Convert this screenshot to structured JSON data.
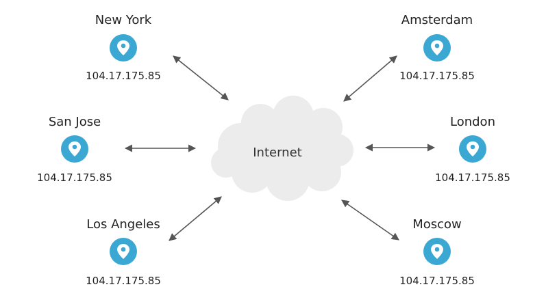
{
  "cloud": {
    "label": "Internet"
  },
  "colors": {
    "pin": "#3aa8d2",
    "cloud": "#ececec",
    "arrow": "#555555"
  },
  "icon": "location-pin-icon",
  "nodes": [
    {
      "id": "new-york",
      "name": "New York",
      "ip": "104.17.175.85"
    },
    {
      "id": "amsterdam",
      "name": "Amsterdam",
      "ip": "104.17.175.85"
    },
    {
      "id": "san-jose",
      "name": "San Jose",
      "ip": "104.17.175.85"
    },
    {
      "id": "london",
      "name": "London",
      "ip": "104.17.175.85"
    },
    {
      "id": "los-angeles",
      "name": "Los Angeles",
      "ip": "104.17.175.85"
    },
    {
      "id": "moscow",
      "name": "Moscow",
      "ip": "104.17.175.85"
    }
  ]
}
